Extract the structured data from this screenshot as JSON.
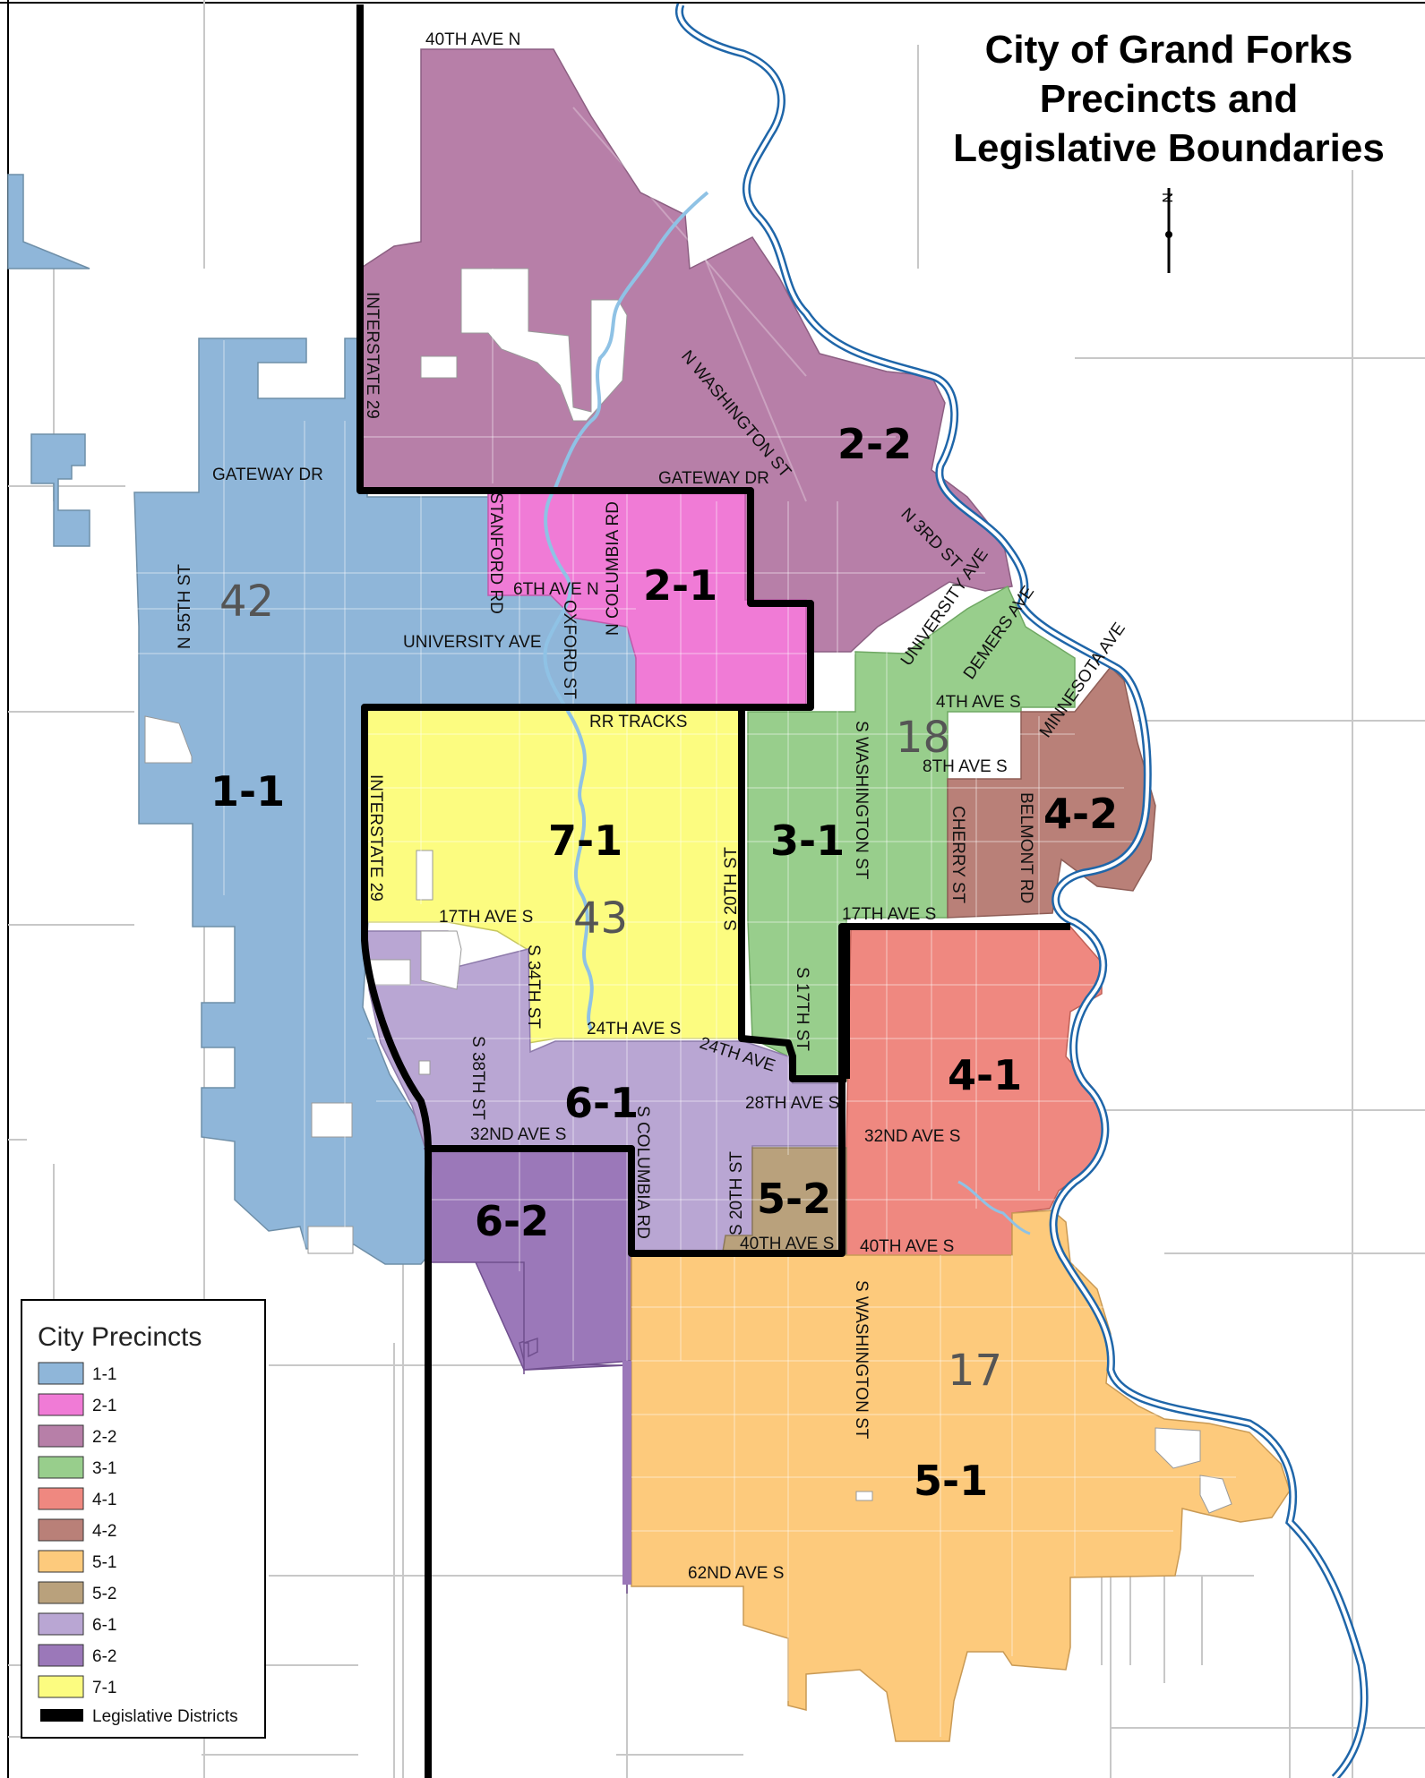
{
  "title": [
    "City of Grand Forks",
    "Precincts and",
    "Legislative Boundaries"
  ],
  "colors": {
    "p1_1": "#8fb6d9",
    "p2_1": "#f07bd6",
    "p2_2": "#b77fa8",
    "p3_1": "#98ce8c",
    "p4_1": "#ef8880",
    "p4_2": "#b98078",
    "p5_1": "#fdca7c",
    "p5_2": "#b9a17c",
    "p6_1": "#b9a6d3",
    "p6_2": "#9b78b9",
    "p7_1": "#fcfc80",
    "water": "#b9ddf3",
    "district": "#000000"
  },
  "precinct_labels": [
    "1-1",
    "2-1",
    "2-2",
    "3-1",
    "4-1",
    "4-2",
    "5-1",
    "5-2",
    "6-1",
    "6-2",
    "7-1"
  ],
  "district_numbers": [
    "42",
    "18",
    "43",
    "17"
  ],
  "streets": {
    "ave40n": "40TH AVE N",
    "gateway_w": "GATEWAY DR",
    "gateway_e": "GATEWAY DR",
    "interstate_n": "INTERSTATE 29",
    "n_washington": "N WASHINGTON ST",
    "n_3rd": "N 3RD ST",
    "stanford": "STANFORD RD",
    "ave6n": "6TH AVE N",
    "n_columbia": "N COLUMBIA RD",
    "oxford": "OXFORD ST",
    "n55": "N 55TH ST",
    "university": "UNIVERSITY AVE",
    "university_e": "UNIVERSITY AVE",
    "demers": "DEMERS AVE",
    "ave4s": "4TH AVE S",
    "minnesota": "MINNESOTA AVE",
    "ave8s": "8TH AVE S",
    "rr": "RR TRACKS",
    "interstate_s": "INTERSTATE 29",
    "s_washington_n": "S WASHINGTON ST",
    "cherry": "CHERRY ST",
    "belmont": "BELMONT RD",
    "s20_n": "S 20TH ST",
    "ave17s_w": "17TH AVE S",
    "ave17s_e": "17TH AVE S",
    "s34": "S 34TH ST",
    "s17": "S 17TH ST",
    "ave24s": "24TH AVE S",
    "ave24s_e": "24TH AVE",
    "s38": "S 38TH ST",
    "ave28s": "28TH AVE S",
    "ave32s_w": "32ND AVE S",
    "ave32s_e": "32ND AVE S",
    "s_columbia": "S COLUMBIA RD",
    "s20_s": "S 20TH ST",
    "ave40s_w": "40TH AVE S",
    "ave40s_e": "40TH AVE S",
    "s_washington_s": "S WASHINGTON ST",
    "ave62s": "62ND AVE S"
  },
  "legend": {
    "title": "City Precincts",
    "items": [
      {
        "label": "1-1",
        "color": "#8fb6d9"
      },
      {
        "label": "2-1",
        "color": "#f07bd6"
      },
      {
        "label": "2-2",
        "color": "#b77fa8"
      },
      {
        "label": "3-1",
        "color": "#98ce8c"
      },
      {
        "label": "4-1",
        "color": "#ef8880"
      },
      {
        "label": "4-2",
        "color": "#b98078"
      },
      {
        "label": "5-1",
        "color": "#fdca7c"
      },
      {
        "label": "5-2",
        "color": "#b9a17c"
      },
      {
        "label": "6-1",
        "color": "#b9a6d3"
      },
      {
        "label": "6-2",
        "color": "#9b78b9"
      },
      {
        "label": "7-1",
        "color": "#fcfc80"
      }
    ],
    "district_label": "Legislative Districts"
  }
}
